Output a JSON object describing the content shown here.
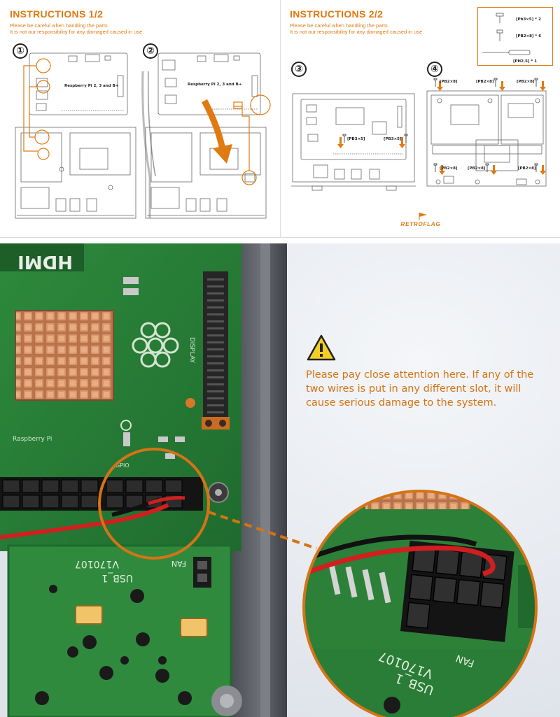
{
  "sheet": {
    "left": {
      "heading": "INSTRUCTIONS 1/2",
      "caution_line1": "Please be careful when handling the parts.",
      "caution_line2": "It is not our responsibility for any damaged caused in use.",
      "step1": "①",
      "step2": "②",
      "board_label_1": "Respberry Pi 2, 3 and B+",
      "board_label_2": "Respberry Pi 2, 3 and B+"
    },
    "right": {
      "heading": "INSTRUCTIONS 2/2",
      "caution_line1": "Please be careful when handling the parts.",
      "caution_line2": "It is not our responsibility for any damaged caused in use.",
      "step3": "③",
      "step4": "④",
      "screw_labels_step3": [
        "[PB3×5]",
        "[PB3×5]"
      ],
      "screw_labels_step4": [
        "[PB2×8]",
        "[PB2×8]",
        "[PB2×8]",
        "[PB2×8]",
        "[PB2×8]",
        "[PB2×8]"
      ],
      "parts": {
        "item1": "[Pb3×5] * 2",
        "item2": "[PB2×8] * 6",
        "item3": "[PH2.5] * 1"
      },
      "brand": "RETROFLAG"
    }
  },
  "photo": {
    "warning_text": "Please pay close attention here. If any of the two wires is put in any different slot, it will cause serious damage to the system.",
    "silkscreen": {
      "hdmi": "HDMI",
      "display": "DISPLAY",
      "raspberry": "Raspberry Pi",
      "usb": "USB_1",
      "version": "V170107",
      "fan": "FAN",
      "gpio": "GPIO"
    }
  },
  "colors": {
    "accent": "#e07a12",
    "warning": "#d47416",
    "pcb": "#2f8a3e",
    "line_art": "#555555"
  }
}
